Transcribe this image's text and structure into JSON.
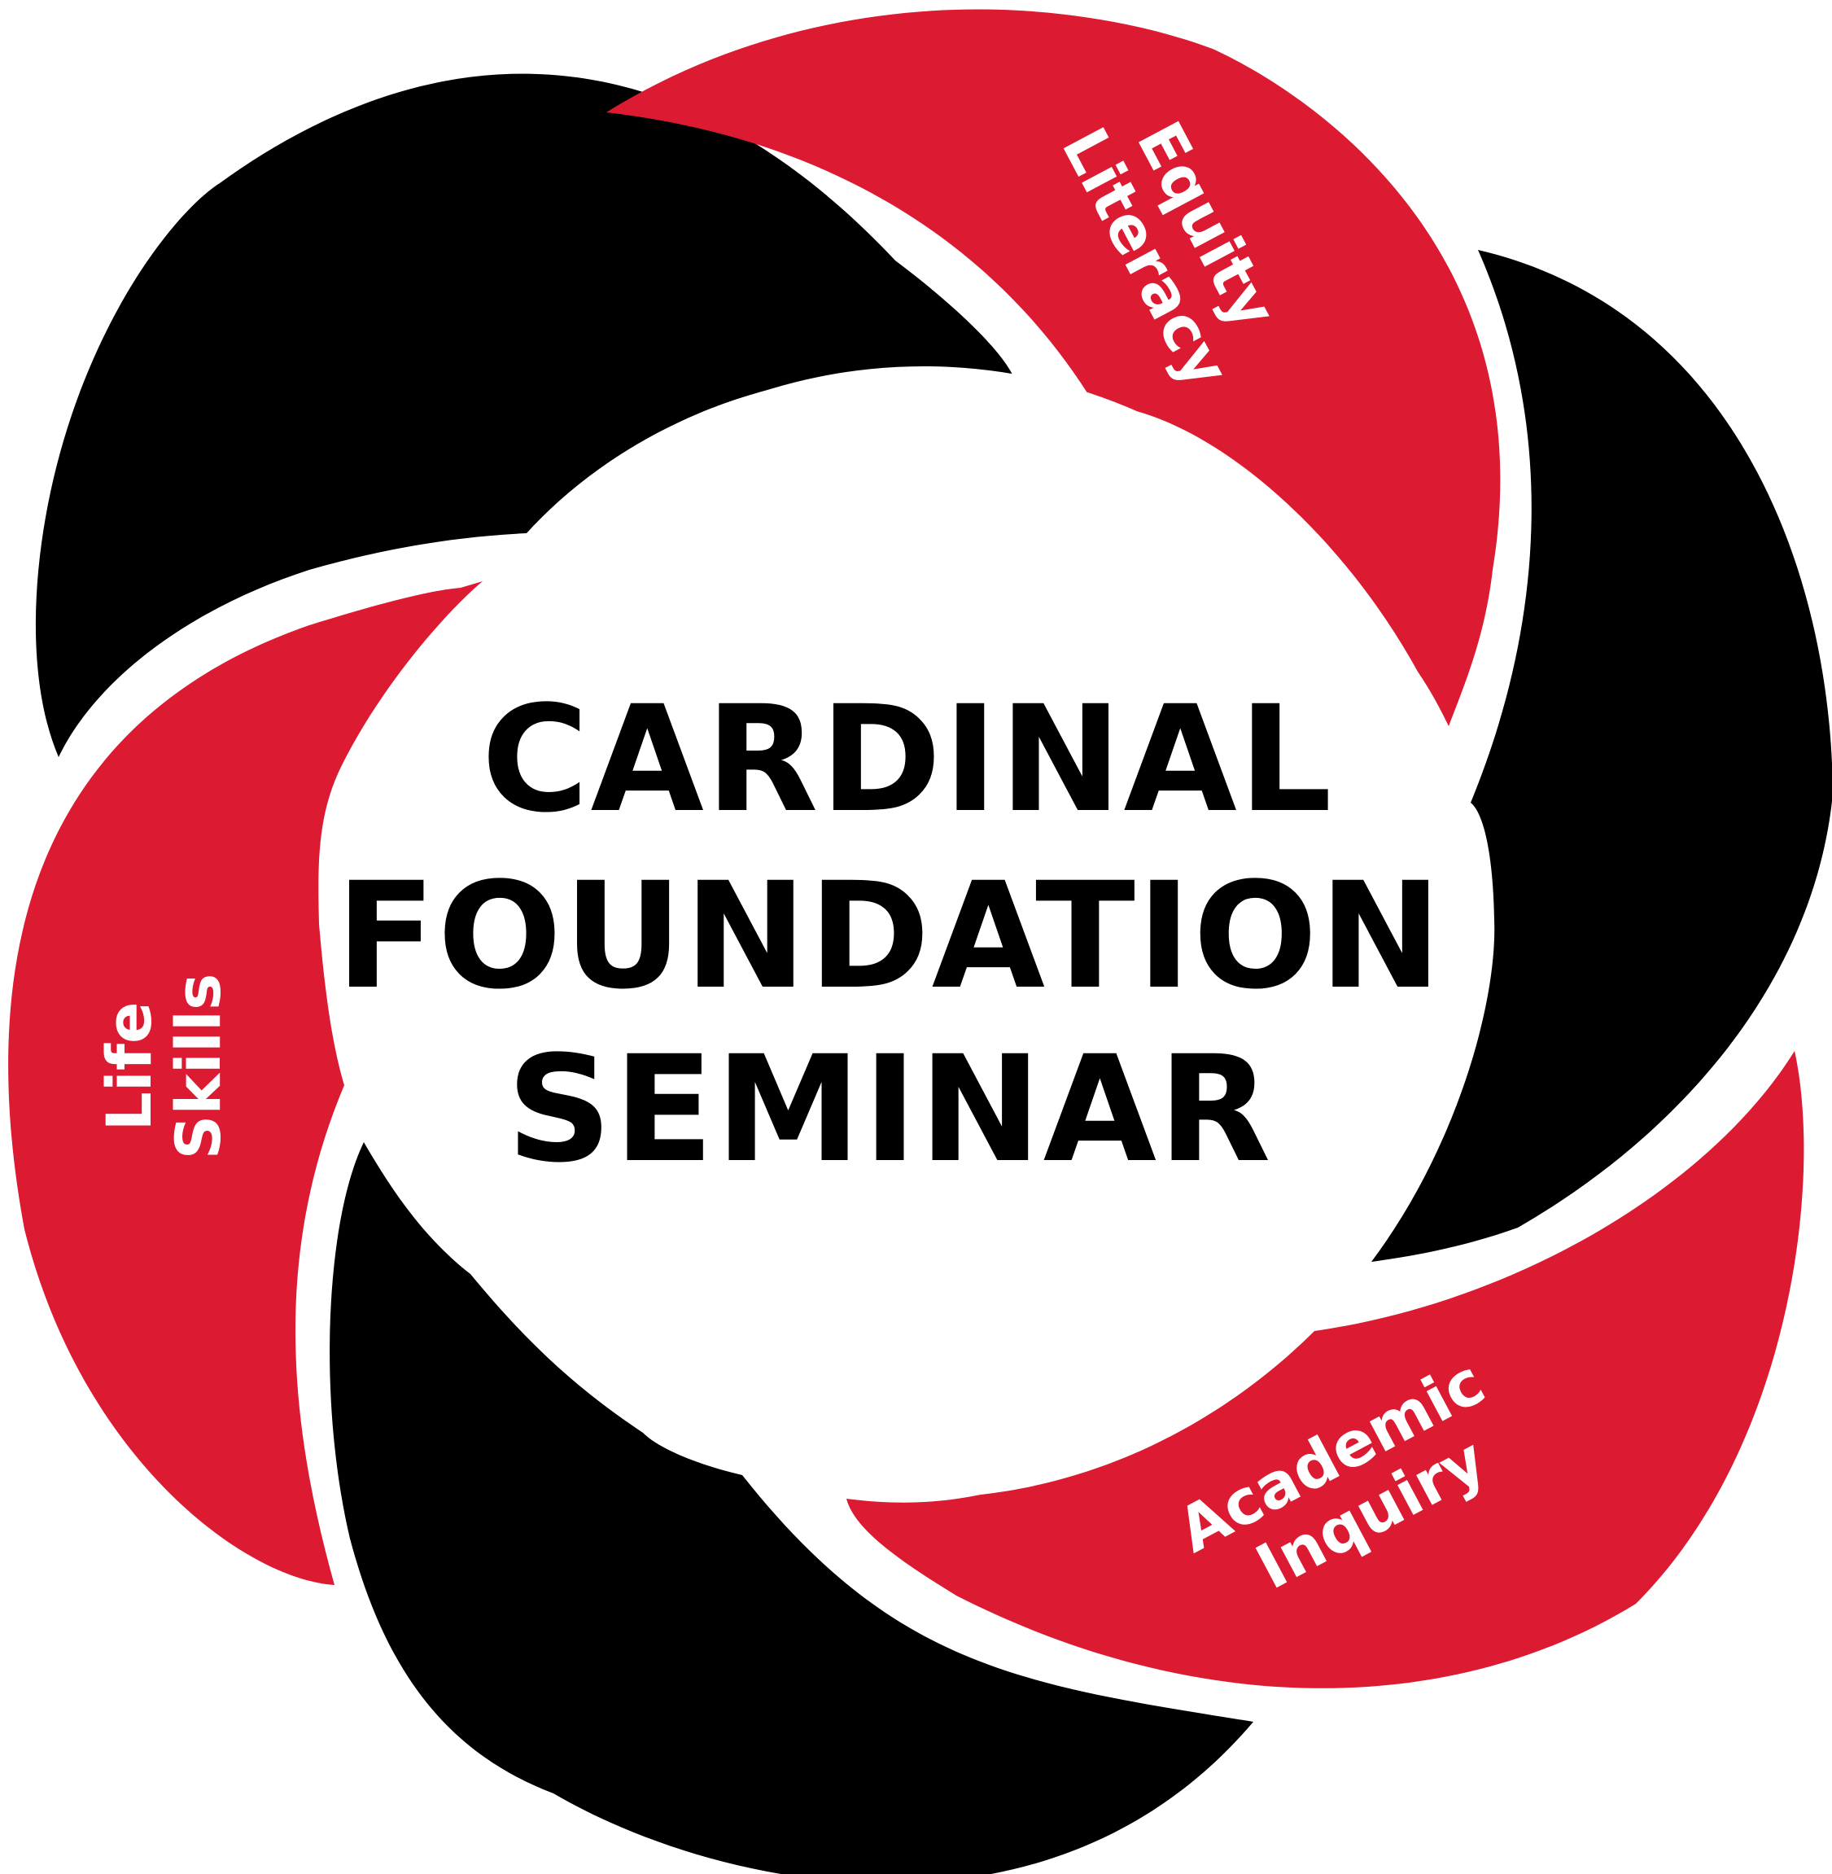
{
  "colors": {
    "accent": "#dc1a32",
    "dark": "#000000",
    "background": "#ffffff",
    "label_text": "#ffffff",
    "title_text": "#000000"
  },
  "title": {
    "line1": "CARDINAL",
    "line2": "FOUNDATION",
    "line3": "SEMINAR"
  },
  "pillars": [
    {
      "line1": "Equity",
      "line2": "Literacy"
    },
    {
      "line1": "Academic",
      "line2": "Inquiry"
    },
    {
      "line1": "Life",
      "line2": "Skills"
    }
  ]
}
